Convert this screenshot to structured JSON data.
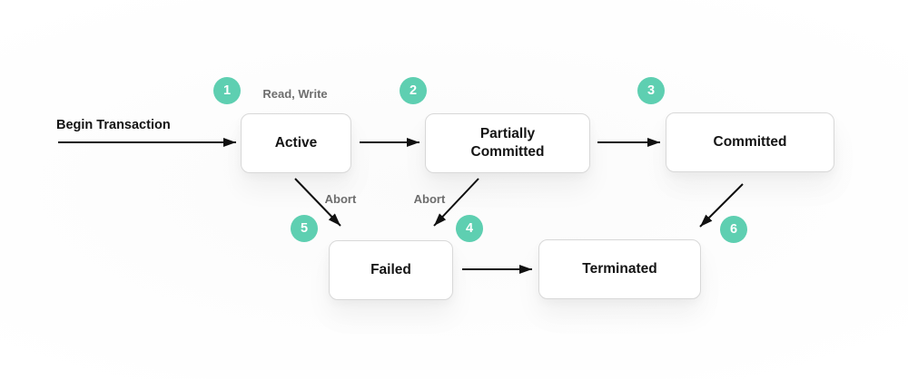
{
  "colors": {
    "accent_teal": "#5ecfb1",
    "box_border": "#d8d8d8",
    "arrow_black": "#111111",
    "muted_text": "#6e6e6e"
  },
  "diagram": {
    "type": "state-transition",
    "topic": "transaction-states",
    "states": {
      "active": {
        "label": "Active"
      },
      "partially_committed": {
        "label": "Partially Committed"
      },
      "committed": {
        "label": "Committed"
      },
      "failed": {
        "label": "Failed"
      },
      "terminated": {
        "label": "Terminated"
      }
    },
    "badges": [
      "1",
      "2",
      "3",
      "4",
      "5",
      "6"
    ],
    "edge_labels": {
      "begin": "Begin Transaction",
      "read_write": "Read, Write",
      "abort_from_active": "Abort",
      "abort_from_partially_committed": "Abort"
    },
    "edges": [
      {
        "from": "start",
        "to": "active",
        "label": "Begin Transaction"
      },
      {
        "from": "active",
        "to": "active",
        "label": "Read, Write"
      },
      {
        "from": "active",
        "to": "partially_committed",
        "label": ""
      },
      {
        "from": "partially_committed",
        "to": "committed",
        "label": ""
      },
      {
        "from": "active",
        "to": "failed",
        "label": "Abort"
      },
      {
        "from": "partially_committed",
        "to": "failed",
        "label": "Abort"
      },
      {
        "from": "failed",
        "to": "terminated",
        "label": ""
      },
      {
        "from": "committed",
        "to": "terminated",
        "label": ""
      }
    ]
  }
}
